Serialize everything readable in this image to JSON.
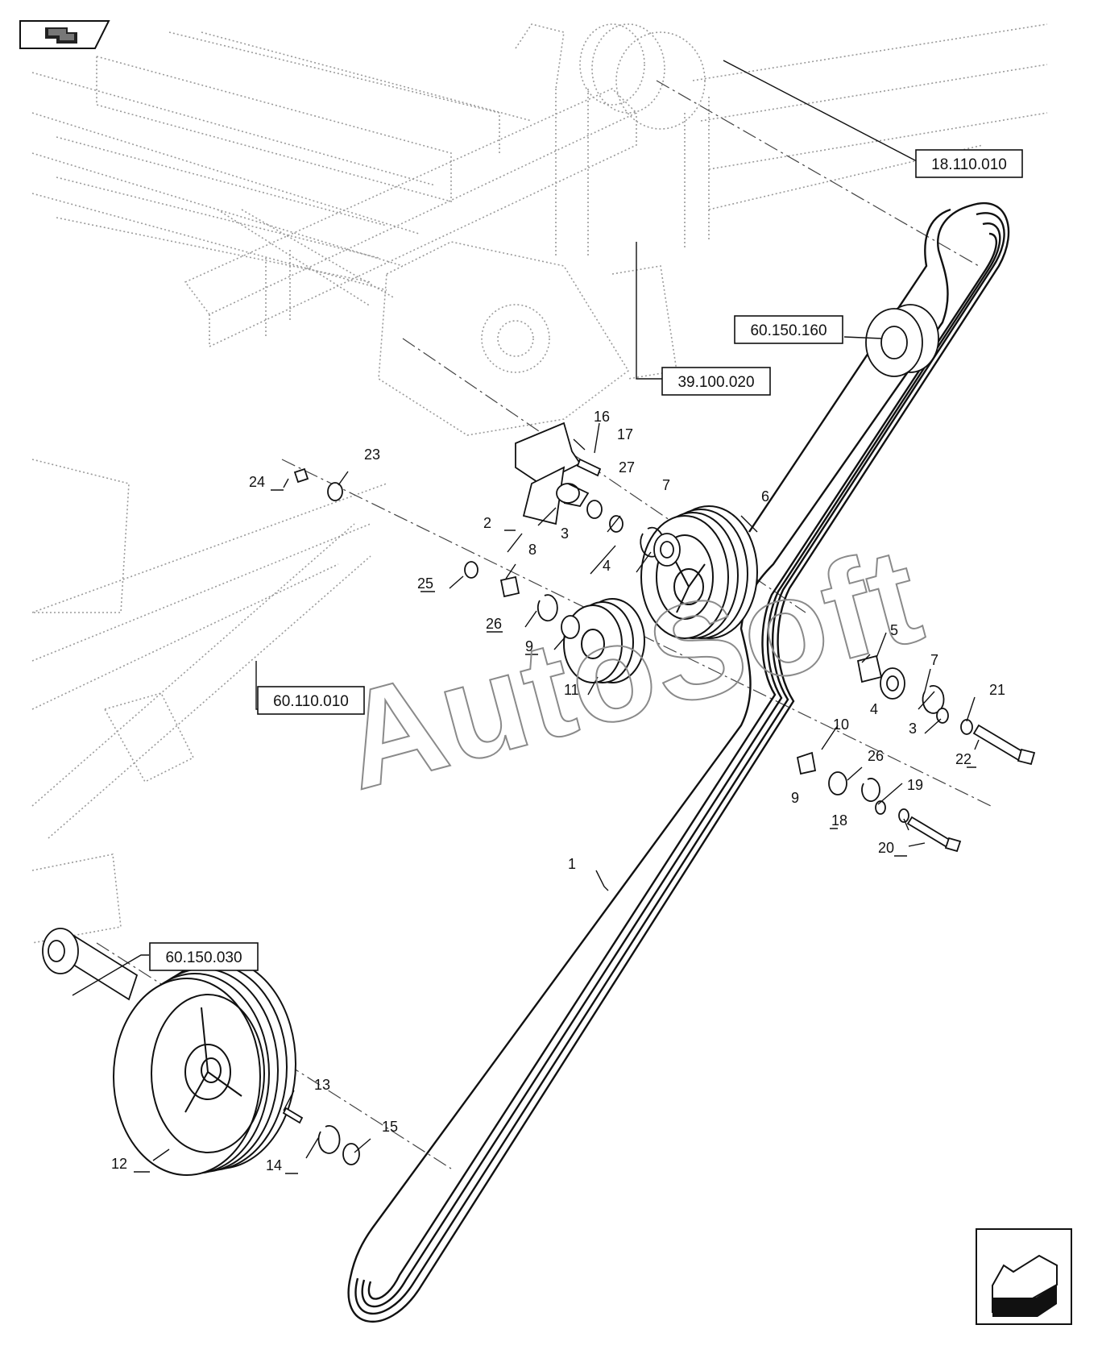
{
  "refs": {
    "r18110010": "18.110.010",
    "r60150160": "60.150.160",
    "r39100020": "39.100.020",
    "r60110010": "60.110.010",
    "r60150030": "60.150.030"
  },
  "callouts": {
    "c1": "1",
    "c2": "2",
    "c3a": "3",
    "c3b": "3",
    "c4a": "4",
    "c4b": "4",
    "c5": "5",
    "c6": "6",
    "c7a": "7",
    "c7b": "7",
    "c8": "8",
    "c9a": "9",
    "c9b": "9",
    "c10": "10",
    "c11": "11",
    "c12": "12",
    "c13": "13",
    "c14": "14",
    "c15": "15",
    "c16": "16",
    "c17": "17",
    "c18": "18",
    "c19": "19",
    "c20": "20",
    "c21": "21",
    "c22": "22",
    "c23": "23",
    "c24": "24",
    "c25": "25",
    "c26a": "26",
    "c26b": "26",
    "c27": "27"
  },
  "watermark": "AutoSoft",
  "icons": {
    "back": "back-page-icon",
    "next": "next-page-arrow-icon"
  }
}
